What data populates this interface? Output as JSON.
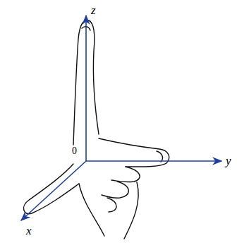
{
  "diagram": {
    "labels": [
      "z",
      "y",
      "x",
      "0"
    ]
  }
}
